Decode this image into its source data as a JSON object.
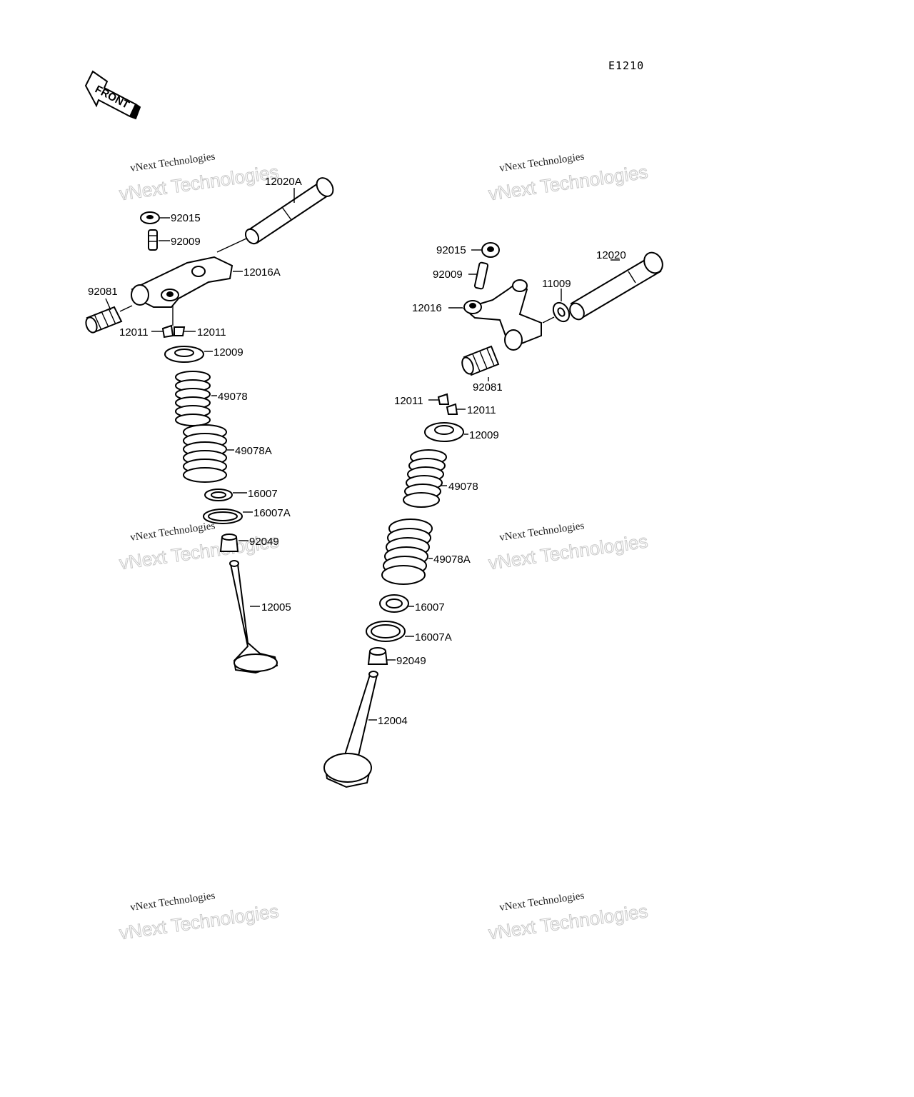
{
  "diagram_code": "E1210",
  "front_arrow_text": "FRONT",
  "watermark": {
    "line1": "vNext Technologies",
    "outline_text": "vNext Technologies"
  },
  "left_assembly": {
    "labels": [
      "12020A",
      "92015",
      "92009",
      "12016A",
      "92081",
      "12011",
      "12011",
      "12009",
      "49078",
      "49078A",
      "16007",
      "16007A",
      "92049",
      "12005"
    ]
  },
  "right_assembly": {
    "labels": [
      "92015",
      "92009",
      "12020",
      "11009",
      "12016",
      "92081",
      "12011",
      "12011",
      "12009",
      "49078",
      "49078A",
      "16007",
      "16007A",
      "92049",
      "12004"
    ]
  }
}
